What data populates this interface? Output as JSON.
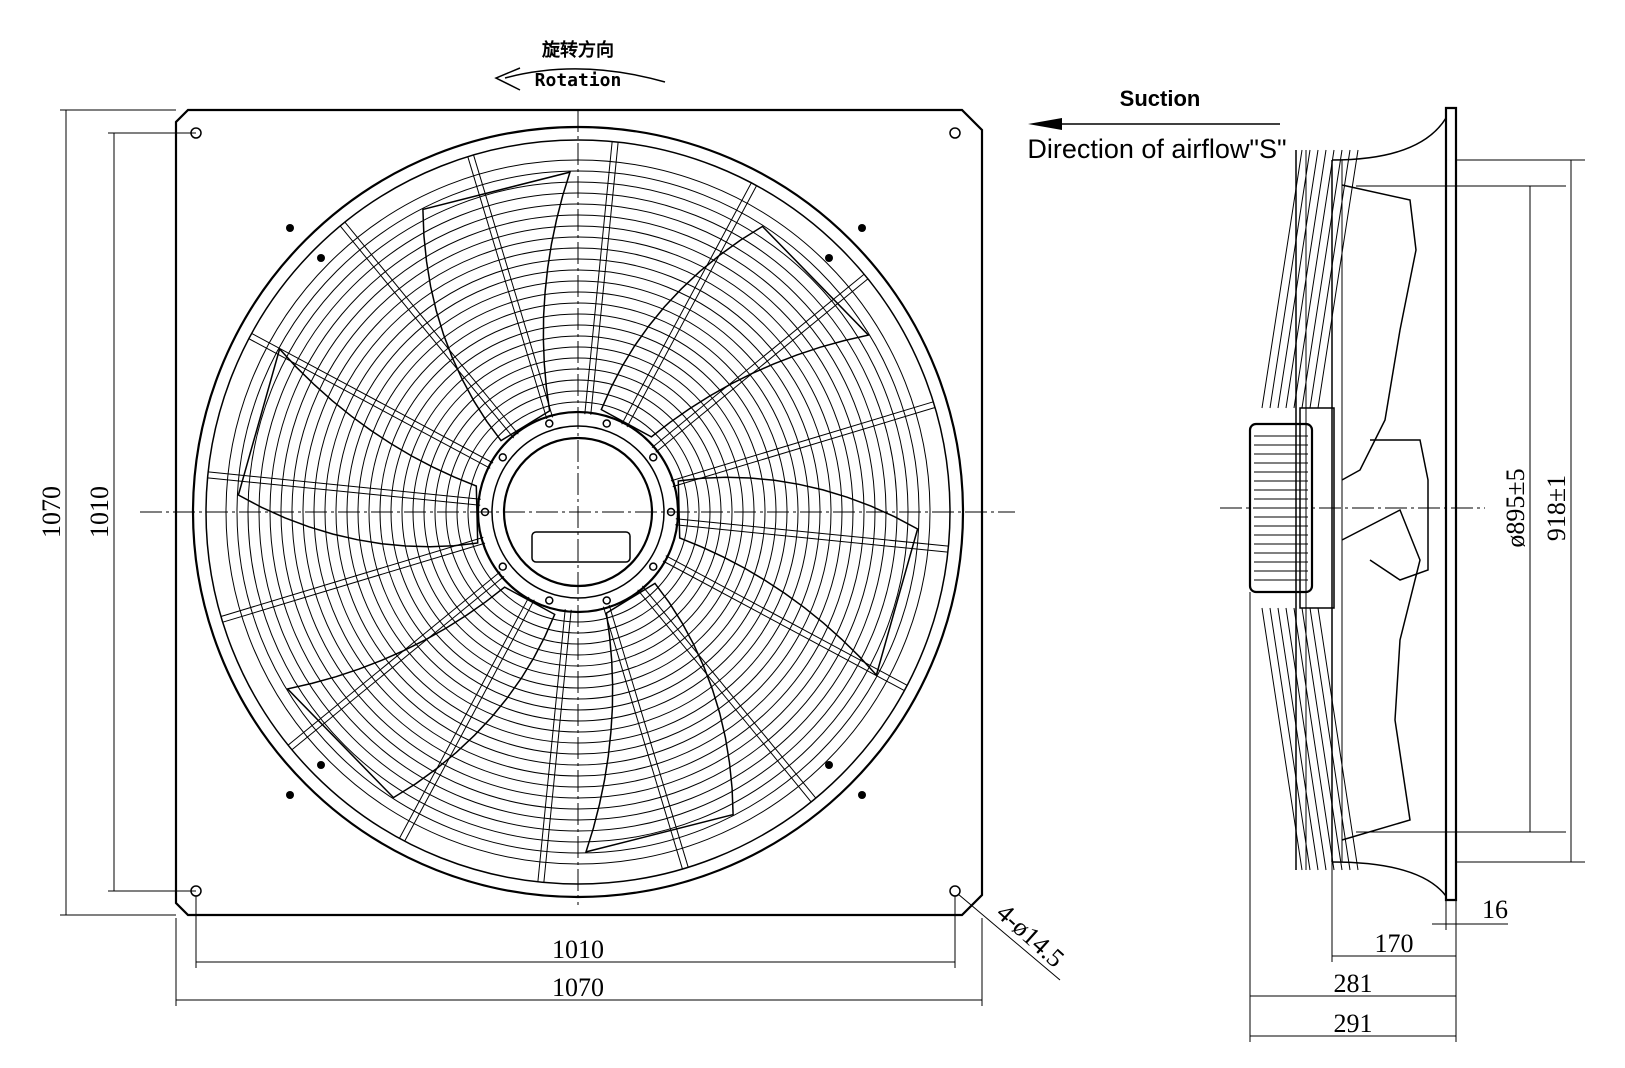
{
  "rotation": {
    "label_cn": "旋转方向",
    "label_en": "Rotation"
  },
  "airflow": {
    "suction_label": "Suction",
    "direction_label": "Direction of airflow\"S\""
  },
  "front_view": {
    "overall_width": "1070",
    "hole_spacing_width": "1010",
    "overall_height": "1070",
    "hole_spacing_height": "1010",
    "mounting_holes": "4-ø14.5"
  },
  "side_view": {
    "guard_diameter": "ø895±5",
    "venturi_diameter": "918±1",
    "flange_thickness": "16",
    "depth_170": "170",
    "depth_281": "281",
    "depth_291": "291"
  }
}
